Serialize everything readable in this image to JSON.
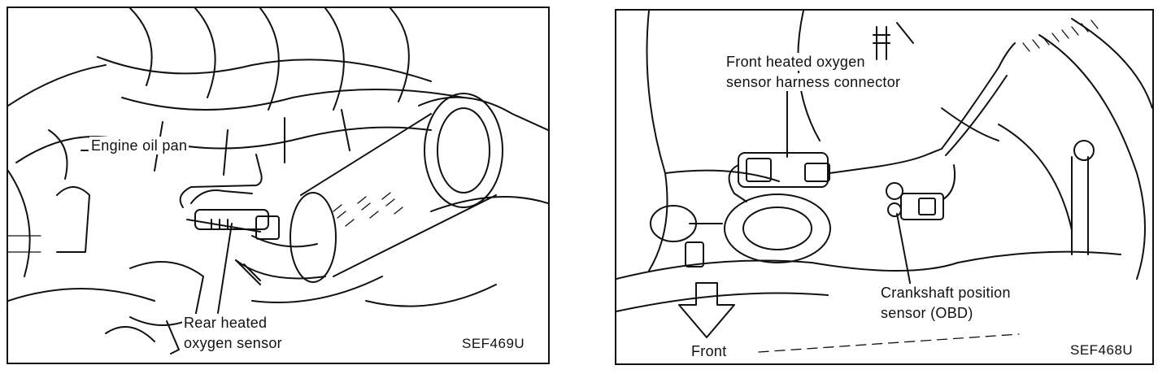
{
  "left_panel": {
    "labels": {
      "engine_oil_pan": "Engine oil pan",
      "rear_sensor_line1": "Rear heated",
      "rear_sensor_line2": "oxygen sensor"
    },
    "figure_code": "SEF469U"
  },
  "right_panel": {
    "labels": {
      "front_connector_line1": "Front heated oxygen",
      "front_connector_line2": "sensor harness connector",
      "crankshaft_line1": "Crankshaft position",
      "crankshaft_line2": "sensor (OBD)",
      "front": "Front"
    },
    "figure_code": "SEF468U"
  },
  "colors": {
    "ink": "#111111",
    "paper": "#ffffff"
  },
  "icons": [
    "front-direction-arrow-icon"
  ]
}
